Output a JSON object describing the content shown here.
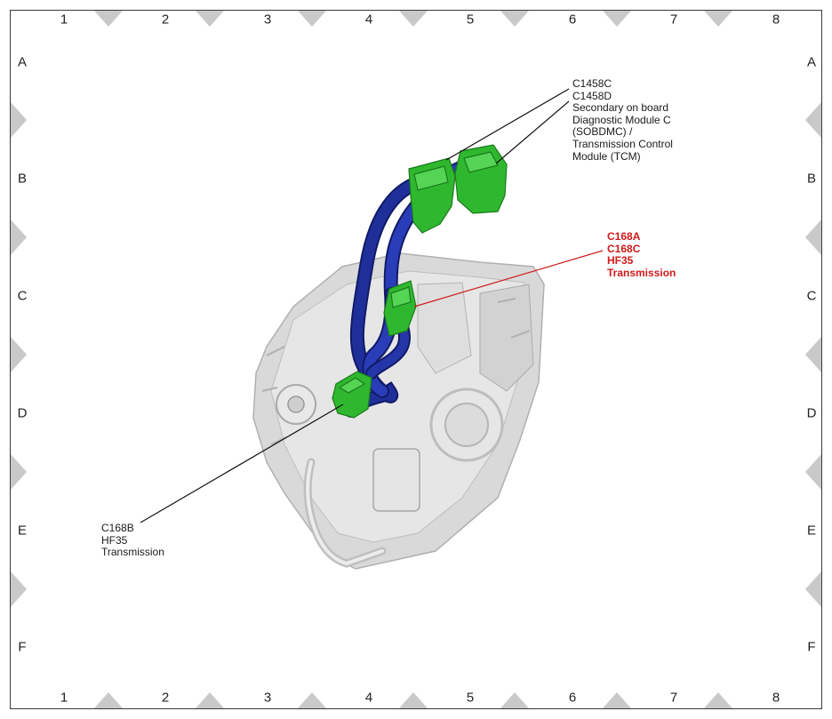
{
  "grid": {
    "columns": [
      "1",
      "2",
      "3",
      "4",
      "5",
      "6",
      "7",
      "8"
    ],
    "rows": [
      "A",
      "B",
      "C",
      "D",
      "E",
      "F"
    ]
  },
  "callouts": {
    "tcm": {
      "lines": [
        "C1458C",
        "C1458D",
        "Secondary on board",
        "Diagnostic Module C",
        "(SOBDMC) /",
        "Transmission Control",
        "Module (TCM)"
      ]
    },
    "c168a": {
      "lines": [
        "C168A",
        "C168C",
        "HF35",
        "Transmission"
      ],
      "color": "#d01a1a"
    },
    "c168b": {
      "lines": [
        "C168B",
        "HF35",
        "Transmission"
      ]
    }
  },
  "colors": {
    "harness": "#1f2f9a",
    "connector": "#2fb82f",
    "transmission": "#d6d6d6",
    "leader_red": "#d01a1a",
    "leader_black": "#111111"
  }
}
